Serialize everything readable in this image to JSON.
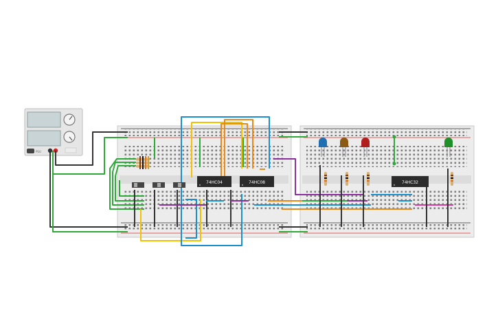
{
  "power_supply": {
    "label": "PSU",
    "terminal_minus_color": "#333333",
    "terminal_plus_color": "#cc2222"
  },
  "chips": [
    {
      "label": "74HC04"
    },
    {
      "label": "74HC08"
    },
    {
      "label": "74HC32"
    }
  ],
  "leds": [
    {
      "color": "#1f6fb2",
      "name": "blue"
    },
    {
      "color": "#8b5a14",
      "name": "brown"
    },
    {
      "color": "#b01e1e",
      "name": "red"
    },
    {
      "color": "#1f8f2a",
      "name": "green"
    }
  ],
  "wire_colors": {
    "green": "#2fa83a",
    "black": "#333333",
    "yellow": "#f2c200",
    "blue": "#1a8fd0",
    "orange": "#e8891a",
    "purple": "#8a2e9e",
    "magenta": "#d63aa0",
    "red_rail": "#d33"
  }
}
